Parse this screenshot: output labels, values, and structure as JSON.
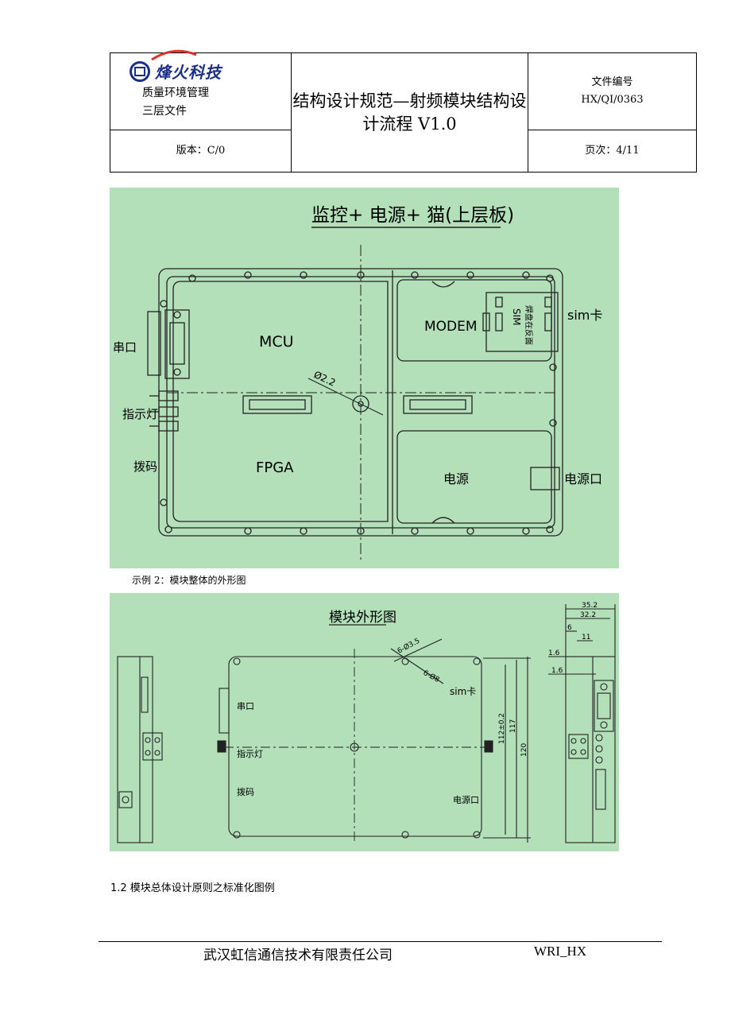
{
  "header": {
    "logo_text": "烽火科技",
    "quality_line1": "质量环境管理",
    "quality_line2": "三层文件",
    "version": "版本：C/0",
    "title": "结构设计规范—射频模块结构设计流程 V1.0",
    "doc_no_label": "文件编号",
    "doc_no": "HX/QI/0363",
    "page": "页次：4/11"
  },
  "figure1": {
    "heading": "监控+ 电源+ 猫(上层板)",
    "labels": {
      "mcu": "MCU",
      "modem": "MODEM",
      "fpga": "FPGA",
      "power": "电源",
      "serial": "串口",
      "indicator": "指示灯",
      "dip": "拨码",
      "sim_card": "sim卡",
      "power_port": "电源口",
      "sim": "SIM",
      "sim_note": "焊盘在反面",
      "diameter": "Ø2.2"
    }
  },
  "caption": "示例 2：模块整体的外形图",
  "figure2": {
    "heading": "模块外形图",
    "labels": {
      "serial": "串口",
      "indicator": "指示灯",
      "dip": "拨码",
      "sim_card": "sim卡",
      "power_port": "电源口",
      "hole_a": "6-Ø3.5",
      "hole_b": "6-Ø8",
      "dim_112": "112±0.2",
      "dim_117": "117",
      "dim_120": "120",
      "dim_352": "35.2",
      "dim_322": "32.2",
      "dim_6": "6",
      "dim_11": "11",
      "dim_16a": "1.6",
      "dim_16b": "1.6"
    }
  },
  "section_heading": "1.2 模块总体设计原则之标准化图例",
  "footer": {
    "company": "武汉虹信通信技术有限责任公司",
    "id": "WRI_HX"
  }
}
